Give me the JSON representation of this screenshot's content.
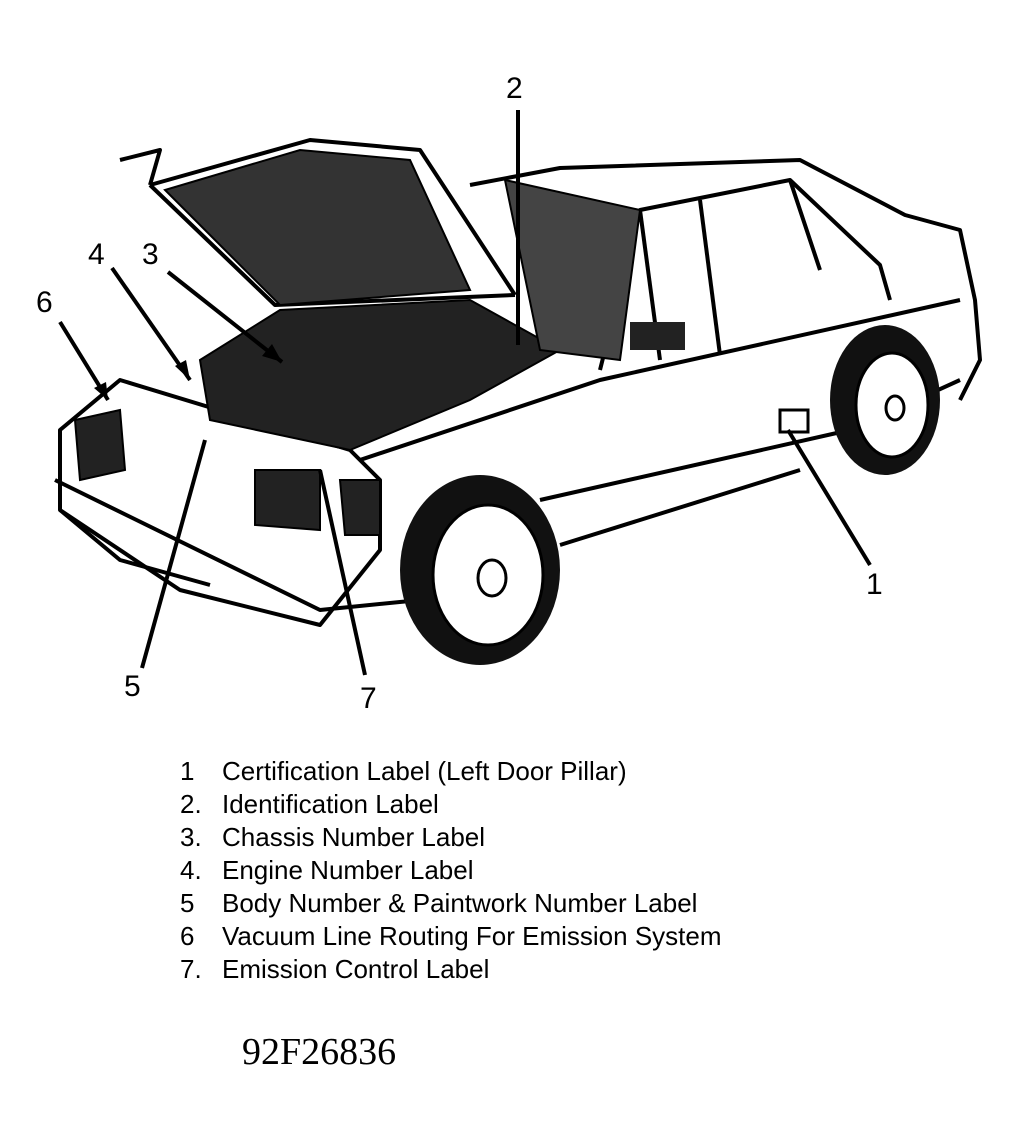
{
  "callouts": [
    {
      "num": "1"
    },
    {
      "num": "2"
    },
    {
      "num": "3"
    },
    {
      "num": "4"
    },
    {
      "num": "5"
    },
    {
      "num": "6"
    },
    {
      "num": "7"
    }
  ],
  "legend": [
    {
      "num": "1",
      "text": "Certification Label (Left Door Pillar)"
    },
    {
      "num": "2.",
      "text": "Identification Label"
    },
    {
      "num": "3.",
      "text": "Chassis Number Label"
    },
    {
      "num": "4.",
      "text": "Engine Number Label"
    },
    {
      "num": "5",
      "text": "Body Number & Paintwork Number Label"
    },
    {
      "num": "6",
      "text": "Vacuum Line Routing For Emission System"
    },
    {
      "num": "7.",
      "text": "Emission Control Label"
    }
  ],
  "figure_id": "92F26836",
  "colors": {
    "ink": "#000000",
    "paper": "#ffffff",
    "shade": "#222222"
  }
}
